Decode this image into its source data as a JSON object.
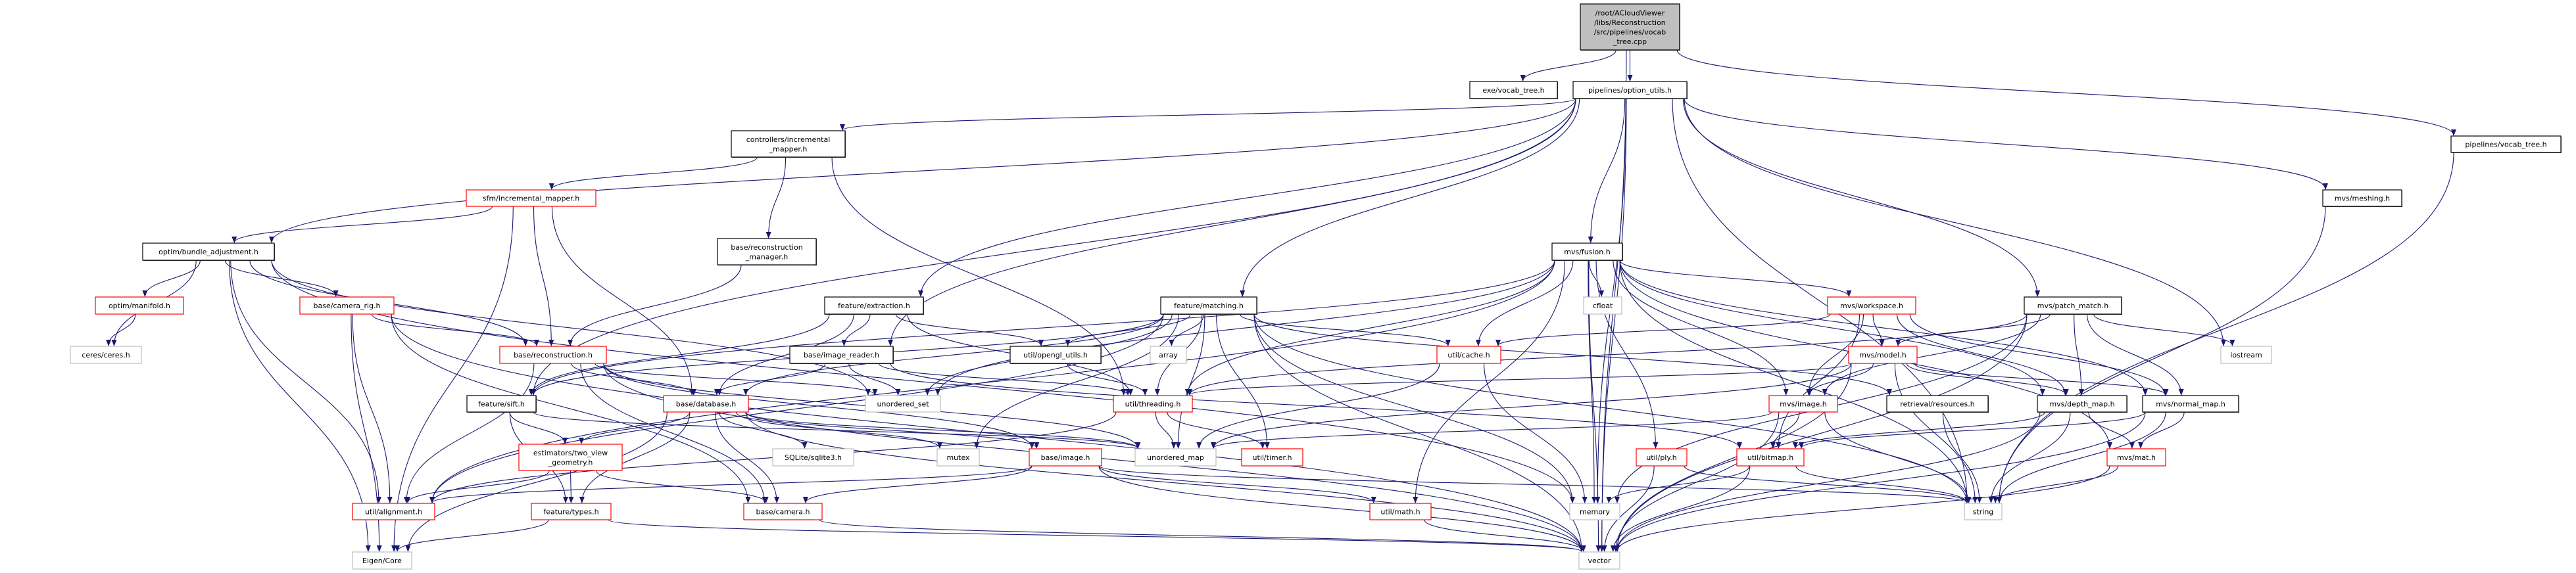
{
  "graph": {
    "edge_color": "#191970",
    "node_styles": {
      "root": {
        "fill": "#bfbfbf",
        "stroke": "#000000"
      },
      "black": {
        "fill": "#ffffff",
        "stroke": "#000000"
      },
      "red": {
        "fill": "#ffffff",
        "stroke": "#ff0000"
      },
      "gray": {
        "fill": "#ffffff",
        "stroke": "#bfbfbf"
      }
    },
    "nodes": [
      {
        "id": "root",
        "lines": [
          "/root/ACloudViewer",
          "/libs/Reconstruction",
          "/src/pipelines/vocab",
          "_tree.cpp"
        ],
        "style": "root"
      },
      {
        "id": "exe_vocab_tree",
        "lines": [
          "exe/vocab_tree.h"
        ],
        "style": "black"
      },
      {
        "id": "option_utils",
        "lines": [
          "pipelines/option_utils.h"
        ],
        "style": "black"
      },
      {
        "id": "pipelines_vocab_tree",
        "lines": [
          "pipelines/vocab_tree.h"
        ],
        "style": "black"
      },
      {
        "id": "controllers_incremental_mapper",
        "lines": [
          "controllers/incremental",
          "_mapper.h"
        ],
        "style": "black"
      },
      {
        "id": "sfm_incremental_mapper",
        "lines": [
          "sfm/incremental_mapper.h"
        ],
        "style": "red"
      },
      {
        "id": "mvs_meshing",
        "lines": [
          "mvs/meshing.h"
        ],
        "style": "black"
      },
      {
        "id": "optim_bundle_adjustment",
        "lines": [
          "optim/bundle_adjustment.h"
        ],
        "style": "black"
      },
      {
        "id": "base_reconstruction_manager",
        "lines": [
          "base/reconstruction",
          "_manager.h"
        ],
        "style": "black"
      },
      {
        "id": "mvs_fusion",
        "lines": [
          "mvs/fusion.h"
        ],
        "style": "black"
      },
      {
        "id": "optim_manifold",
        "lines": [
          "optim/manifold.h"
        ],
        "style": "red"
      },
      {
        "id": "base_camera_rig",
        "lines": [
          "base/camera_rig.h"
        ],
        "style": "red"
      },
      {
        "id": "feature_extraction",
        "lines": [
          "feature/extraction.h"
        ],
        "style": "black"
      },
      {
        "id": "feature_matching",
        "lines": [
          "feature/matching.h"
        ],
        "style": "black"
      },
      {
        "id": "cfloat",
        "lines": [
          "cfloat"
        ],
        "style": "gray"
      },
      {
        "id": "mvs_workspace",
        "lines": [
          "mvs/workspace.h"
        ],
        "style": "red"
      },
      {
        "id": "mvs_patch_match",
        "lines": [
          "mvs/patch_match.h"
        ],
        "style": "black"
      },
      {
        "id": "ceres",
        "lines": [
          "ceres/ceres.h"
        ],
        "style": "gray"
      },
      {
        "id": "base_reconstruction",
        "lines": [
          "base/reconstruction.h"
        ],
        "style": "red"
      },
      {
        "id": "base_image_reader",
        "lines": [
          "base/image_reader.h"
        ],
        "style": "black"
      },
      {
        "id": "util_opengl_utils",
        "lines": [
          "util/opengl_utils.h"
        ],
        "style": "black"
      },
      {
        "id": "array",
        "lines": [
          "array"
        ],
        "style": "gray"
      },
      {
        "id": "util_cache",
        "lines": [
          "util/cache.h"
        ],
        "style": "red"
      },
      {
        "id": "mvs_model",
        "lines": [
          "mvs/model.h"
        ],
        "style": "red"
      },
      {
        "id": "iostream",
        "lines": [
          "iostream"
        ],
        "style": "gray"
      },
      {
        "id": "feature_sift",
        "lines": [
          "feature/sift.h"
        ],
        "style": "black"
      },
      {
        "id": "base_database",
        "lines": [
          "base/database.h"
        ],
        "style": "red"
      },
      {
        "id": "unordered_set",
        "lines": [
          "unordered_set"
        ],
        "style": "gray"
      },
      {
        "id": "util_threading",
        "lines": [
          "util/threading.h"
        ],
        "style": "red"
      },
      {
        "id": "mvs_image",
        "lines": [
          "mvs/image.h"
        ],
        "style": "red"
      },
      {
        "id": "retrieval_resources",
        "lines": [
          "retrieval/resources.h"
        ],
        "style": "black"
      },
      {
        "id": "mvs_depth_map",
        "lines": [
          "mvs/depth_map.h"
        ],
        "style": "black"
      },
      {
        "id": "mvs_normal_map",
        "lines": [
          "mvs/normal_map.h"
        ],
        "style": "black"
      },
      {
        "id": "estimators_two_view_geometry",
        "lines": [
          "estimators/two_view",
          "_geometry.h"
        ],
        "style": "red"
      },
      {
        "id": "sqlite3",
        "lines": [
          "SQLite/sqlite3.h"
        ],
        "style": "gray"
      },
      {
        "id": "mutex",
        "lines": [
          "mutex"
        ],
        "style": "gray"
      },
      {
        "id": "base_image",
        "lines": [
          "base/image.h"
        ],
        "style": "red"
      },
      {
        "id": "unordered_map",
        "lines": [
          "unordered_map"
        ],
        "style": "gray"
      },
      {
        "id": "util_timer",
        "lines": [
          "util/timer.h"
        ],
        "style": "red"
      },
      {
        "id": "util_ply",
        "lines": [
          "util/ply.h"
        ],
        "style": "red"
      },
      {
        "id": "util_bitmap",
        "lines": [
          "util/bitmap.h"
        ],
        "style": "red"
      },
      {
        "id": "mvs_mat",
        "lines": [
          "mvs/mat.h"
        ],
        "style": "red"
      },
      {
        "id": "util_alignment",
        "lines": [
          "util/alignment.h"
        ],
        "style": "red"
      },
      {
        "id": "feature_types",
        "lines": [
          "feature/types.h"
        ],
        "style": "red"
      },
      {
        "id": "base_camera",
        "lines": [
          "base/camera.h"
        ],
        "style": "red"
      },
      {
        "id": "util_math",
        "lines": [
          "util/math.h"
        ],
        "style": "red"
      },
      {
        "id": "memory",
        "lines": [
          "memory"
        ],
        "style": "gray"
      },
      {
        "id": "string",
        "lines": [
          "string"
        ],
        "style": "gray"
      },
      {
        "id": "eigen_core",
        "lines": [
          "Eigen/Core"
        ],
        "style": "gray"
      },
      {
        "id": "vector",
        "lines": [
          "vector"
        ],
        "style": "gray"
      }
    ],
    "edges": [
      [
        "root",
        "exe_vocab_tree"
      ],
      [
        "root",
        "option_utils"
      ],
      [
        "root",
        "pipelines_vocab_tree"
      ],
      [
        "root",
        "vector"
      ],
      [
        "option_utils",
        "controllers_incremental_mapper"
      ],
      [
        "option_utils",
        "optim_bundle_adjustment"
      ],
      [
        "option_utils",
        "feature_sift"
      ],
      [
        "option_utils",
        "feature_extraction"
      ],
      [
        "option_utils",
        "feature_matching"
      ],
      [
        "option_utils",
        "base_image_reader"
      ],
      [
        "option_utils",
        "mvs_fusion"
      ],
      [
        "option_utils",
        "mvs_meshing"
      ],
      [
        "option_utils",
        "mvs_patch_match"
      ],
      [
        "option_utils",
        "iostream"
      ],
      [
        "option_utils",
        "memory"
      ],
      [
        "option_utils",
        "string"
      ],
      [
        "option_utils",
        "vector"
      ],
      [
        "pipelines_vocab_tree",
        "string"
      ],
      [
        "mvs_meshing",
        "string"
      ],
      [
        "controllers_incremental_mapper",
        "sfm_incremental_mapper"
      ],
      [
        "controllers_incremental_mapper",
        "base_reconstruction_manager"
      ],
      [
        "controllers_incremental_mapper",
        "util_threading"
      ],
      [
        "sfm_incremental_mapper",
        "optim_bundle_adjustment"
      ],
      [
        "sfm_incremental_mapper",
        "base_reconstruction"
      ],
      [
        "sfm_incremental_mapper",
        "base_database"
      ],
      [
        "sfm_incremental_mapper",
        "eigen_core"
      ],
      [
        "base_reconstruction_manager",
        "base_reconstruction"
      ],
      [
        "optim_bundle_adjustment",
        "ceres"
      ],
      [
        "optim_bundle_adjustment",
        "optim_manifold"
      ],
      [
        "optim_bundle_adjustment",
        "base_camera_rig"
      ],
      [
        "optim_bundle_adjustment",
        "base_reconstruction"
      ],
      [
        "optim_bundle_adjustment",
        "util_alignment"
      ],
      [
        "optim_bundle_adjustment",
        "eigen_core"
      ],
      [
        "optim_bundle_adjustment",
        "unordered_set"
      ],
      [
        "optim_bundle_adjustment",
        "memory"
      ],
      [
        "optim_manifold",
        "ceres"
      ],
      [
        "base_camera_rig",
        "base_reconstruction"
      ],
      [
        "base_camera_rig",
        "util_alignment"
      ],
      [
        "base_camera_rig",
        "eigen_core"
      ],
      [
        "base_camera_rig",
        "base_camera"
      ],
      [
        "base_camera_rig",
        "vector"
      ],
      [
        "base_reconstruction",
        "base_database"
      ],
      [
        "base_reconstruction",
        "base_camera"
      ],
      [
        "base_reconstruction",
        "util_alignment"
      ],
      [
        "base_reconstruction",
        "base_image"
      ],
      [
        "base_reconstruction",
        "unordered_map"
      ],
      [
        "base_reconstruction",
        "unordered_set"
      ],
      [
        "base_reconstruction",
        "vector"
      ],
      [
        "feature_sift",
        "estimators_two_view_geometry"
      ],
      [
        "feature_sift",
        "feature_types"
      ],
      [
        "feature_sift",
        "unordered_map"
      ],
      [
        "base_database",
        "estimators_two_view_geometry"
      ],
      [
        "base_database",
        "feature_types"
      ],
      [
        "base_database",
        "eigen_core"
      ],
      [
        "base_database",
        "sqlite3"
      ],
      [
        "base_database",
        "base_camera"
      ],
      [
        "base_database",
        "base_image"
      ],
      [
        "base_database",
        "mutex"
      ],
      [
        "base_database",
        "unordered_map"
      ],
      [
        "base_database",
        "vector"
      ],
      [
        "estimators_two_view_geometry",
        "util_alignment"
      ],
      [
        "estimators_two_view_geometry",
        "feature_types"
      ],
      [
        "estimators_two_view_geometry",
        "base_camera"
      ],
      [
        "feature_types",
        "eigen_core"
      ],
      [
        "feature_types",
        "vector"
      ],
      [
        "base_camera",
        "vector"
      ],
      [
        "base_image",
        "util_alignment"
      ],
      [
        "base_image",
        "base_camera"
      ],
      [
        "base_image",
        "util_math"
      ],
      [
        "base_image",
        "string"
      ],
      [
        "base_image",
        "vector"
      ],
      [
        "util_math",
        "vector"
      ],
      [
        "feature_extraction",
        "base_database"
      ],
      [
        "feature_extraction",
        "base_image_reader"
      ],
      [
        "feature_extraction",
        "feature_sift"
      ],
      [
        "feature_extraction",
        "util_opengl_utils"
      ],
      [
        "feature_extraction",
        "util_threading"
      ],
      [
        "base_image_reader",
        "base_database"
      ],
      [
        "base_image_reader",
        "unordered_set"
      ],
      [
        "base_image_reader",
        "util_threading"
      ],
      [
        "base_image_reader",
        "util_bitmap"
      ],
      [
        "feature_matching",
        "base_database"
      ],
      [
        "feature_matching",
        "feature_sift"
      ],
      [
        "feature_matching",
        "util_alignment"
      ],
      [
        "feature_matching",
        "array"
      ],
      [
        "feature_matching",
        "mutex"
      ],
      [
        "feature_matching",
        "util_cache"
      ],
      [
        "feature_matching",
        "util_opengl_utils"
      ],
      [
        "feature_matching",
        "util_threading"
      ],
      [
        "feature_matching",
        "util_timer"
      ],
      [
        "feature_matching",
        "unordered_map"
      ],
      [
        "feature_matching",
        "memory"
      ],
      [
        "feature_matching",
        "vector"
      ],
      [
        "feature_matching",
        "string"
      ],
      [
        "feature_matching",
        "unordered_set"
      ],
      [
        "feature_matching",
        "retrieval_resources"
      ],
      [
        "util_opengl_utils",
        "util_threading"
      ],
      [
        "util_threading",
        "util_timer"
      ],
      [
        "util_threading",
        "unordered_map"
      ],
      [
        "util_threading",
        "util_alignment"
      ],
      [
        "util_cache",
        "unordered_map"
      ],
      [
        "util_cache",
        "memory"
      ],
      [
        "mvs_fusion",
        "util_alignment"
      ],
      [
        "mvs_fusion",
        "util_threading"
      ],
      [
        "mvs_fusion",
        "unordered_set"
      ],
      [
        "mvs_fusion",
        "cfloat"
      ],
      [
        "mvs_fusion",
        "util_cache"
      ],
      [
        "mvs_fusion",
        "util_math"
      ],
      [
        "mvs_fusion",
        "memory"
      ],
      [
        "mvs_fusion",
        "vector"
      ],
      [
        "mvs_fusion",
        "mvs_workspace"
      ],
      [
        "mvs_fusion",
        "mvs_image"
      ],
      [
        "mvs_fusion",
        "mvs_depth_map"
      ],
      [
        "mvs_fusion",
        "mvs_normal_map"
      ],
      [
        "mvs_fusion",
        "mvs_mat"
      ],
      [
        "mvs_fusion",
        "util_ply"
      ],
      [
        "mvs_fusion",
        "feature_sift"
      ],
      [
        "mvs_fusion",
        "string"
      ],
      [
        "mvs_workspace",
        "mvs_model"
      ],
      [
        "mvs_workspace",
        "util_cache"
      ],
      [
        "mvs_workspace",
        "mvs_depth_map"
      ],
      [
        "mvs_workspace",
        "mvs_normal_map"
      ],
      [
        "mvs_workspace",
        "util_bitmap"
      ],
      [
        "mvs_workspace",
        "mvs_image"
      ],
      [
        "mvs_patch_match",
        "mvs_model"
      ],
      [
        "mvs_patch_match",
        "mvs_image"
      ],
      [
        "mvs_patch_match",
        "mvs_depth_map"
      ],
      [
        "mvs_patch_match",
        "mvs_normal_map"
      ],
      [
        "mvs_patch_match",
        "iostream"
      ],
      [
        "mvs_patch_match",
        "util_threading"
      ],
      [
        "mvs_patch_match",
        "vector"
      ],
      [
        "mvs_patch_match",
        "memory"
      ],
      [
        "mvs_model",
        "mvs_image"
      ],
      [
        "mvs_model",
        "mvs_depth_map"
      ],
      [
        "mvs_model",
        "mvs_normal_map"
      ],
      [
        "mvs_model",
        "util_threading"
      ],
      [
        "mvs_model",
        "unordered_map"
      ],
      [
        "mvs_model",
        "vector"
      ],
      [
        "mvs_model",
        "string"
      ],
      [
        "mvs_image",
        "util_bitmap"
      ],
      [
        "mvs_image",
        "unordered_map"
      ],
      [
        "mvs_image",
        "string"
      ],
      [
        "mvs_image",
        "vector"
      ],
      [
        "retrieval_resources",
        "string"
      ],
      [
        "mvs_depth_map",
        "util_bitmap"
      ],
      [
        "mvs_depth_map",
        "mvs_mat"
      ],
      [
        "mvs_depth_map",
        "string"
      ],
      [
        "mvs_depth_map",
        "vector"
      ],
      [
        "mvs_normal_map",
        "util_bitmap"
      ],
      [
        "mvs_normal_map",
        "mvs_mat"
      ],
      [
        "mvs_normal_map",
        "string"
      ],
      [
        "mvs_normal_map",
        "vector"
      ],
      [
        "util_bitmap",
        "memory"
      ],
      [
        "util_bitmap",
        "string"
      ],
      [
        "util_bitmap",
        "vector"
      ],
      [
        "mvs_mat",
        "string"
      ],
      [
        "mvs_mat",
        "vector"
      ],
      [
        "util_ply",
        "string"
      ],
      [
        "util_ply",
        "vector"
      ]
    ]
  }
}
